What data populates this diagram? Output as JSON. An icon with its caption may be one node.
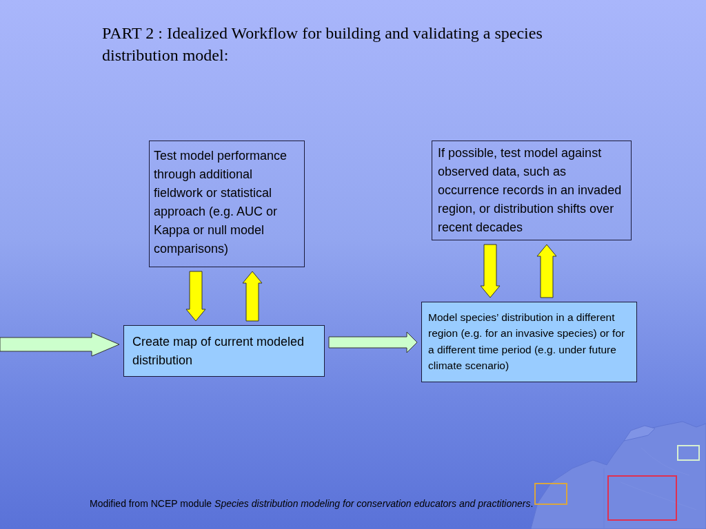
{
  "diagram": {
    "title": "PART 2 : Idealized Workflow for building and validating a species distribution model:",
    "nodes": [
      {
        "text": [
          "Test model performance through additional fieldwork or statistical approach (e.g. AUC or Kappa or null model comparisons)"
        ]
      },
      {
        "text": [
          "Create map of current modeled distribution"
        ]
      },
      {
        "text": [
          "If possible, test model against observed data, such as occurrence records in an invaded region, or distribution shifts over recent decades"
        ]
      },
      {
        "text": [
          "Model species’ distribution in a different region (e.g. for an invasive species) or for a different time period (e.g. under future climate scenario)"
        ]
      }
    ],
    "edges": [
      {
        "from": null,
        "to": 1,
        "arrow": "to",
        "color": "#ccffcc"
      },
      {
        "from": 0,
        "to": 1,
        "arrow": "to"
      },
      {
        "from": 1,
        "to": 0,
        "arrow": "to"
      },
      {
        "from": 1,
        "to": 3,
        "arrow": "to",
        "color": "#ccffcc"
      },
      {
        "from": 2,
        "to": 3,
        "arrow": "to"
      },
      {
        "from": 3,
        "to": 2,
        "arrow": "to"
      }
    ],
    "caption": "Modified from NCEP module *Species distribution modeling for conservation educators and practitioners*."
  }
}
